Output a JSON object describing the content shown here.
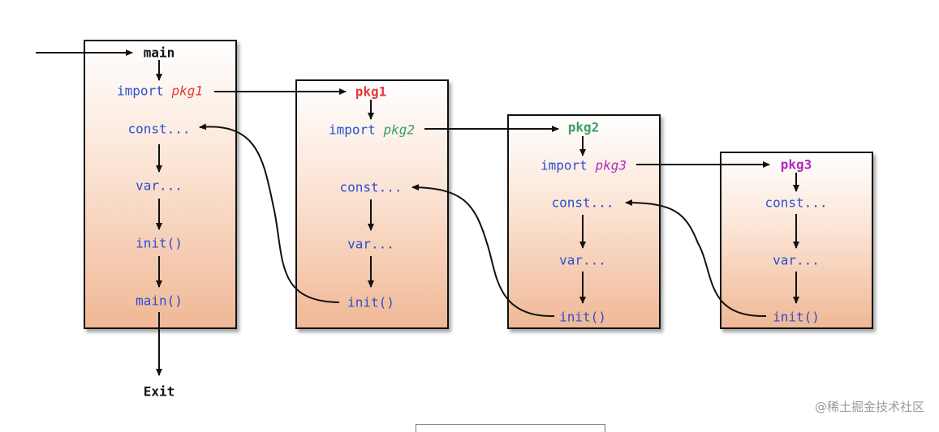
{
  "main_box": {
    "title": "main",
    "import_kw": "import",
    "import_pkg": "pkg1",
    "const": "const...",
    "var": "var...",
    "init": "init()",
    "main_call": "main()"
  },
  "pkg1_box": {
    "title": "pkg1",
    "import_kw": "import",
    "import_pkg": "pkg2",
    "const": "const...",
    "var": "var...",
    "init": "init()"
  },
  "pkg2_box": {
    "title": "pkg2",
    "import_kw": "import",
    "import_pkg": "pkg3",
    "const": "const...",
    "var": "var...",
    "init": "init()"
  },
  "pkg3_box": {
    "title": "pkg3",
    "const": "const...",
    "var": "var...",
    "init": "init()"
  },
  "exit_label": "Exit",
  "watermark": "@稀土掘金技术社区",
  "colors": {
    "pkg1": "#e03a3a",
    "pkg2": "#3aa066",
    "pkg3": "#b02ab8",
    "code": "#2b4fd1"
  }
}
